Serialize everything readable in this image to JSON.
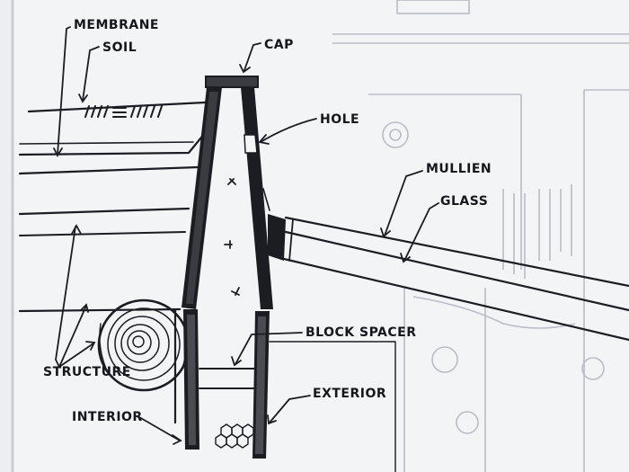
{
  "diagram": {
    "labels": {
      "membrane": "MEMBRANE",
      "soil": "SOIL",
      "cap": "CAP",
      "hole": "HOLE",
      "mullien": "MULLIEN",
      "glass": "GLASS",
      "block_spacer": "BLOCK SPACER",
      "structure": "STRUCTURE",
      "exterior": "EXTERIOR",
      "interior": "INTERIOR"
    },
    "colors": {
      "paper": "#f3f4f6",
      "ink": "#1b1d22",
      "bleed_through": "#b9bdc5"
    }
  }
}
